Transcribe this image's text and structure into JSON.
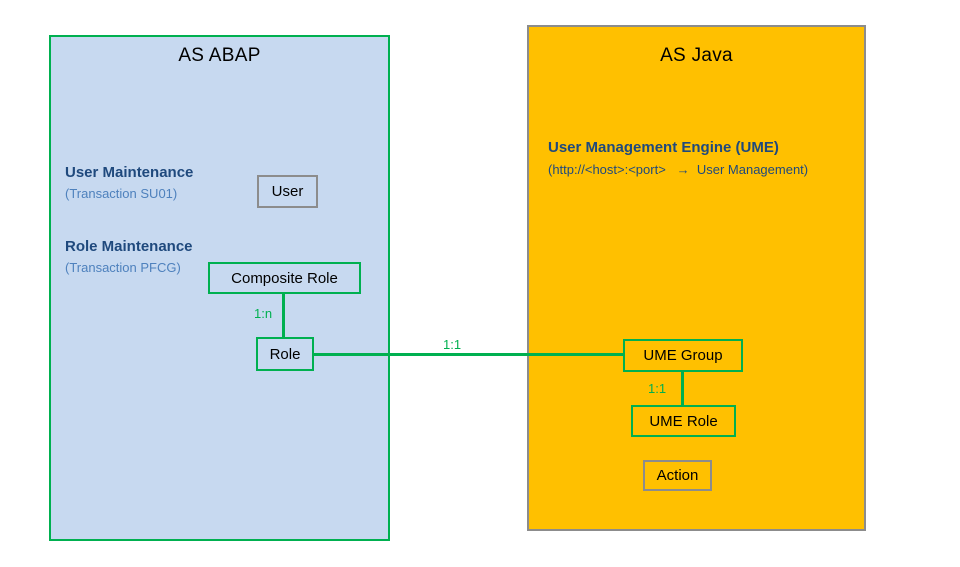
{
  "abap": {
    "title": "AS ABAP",
    "user_maintenance": {
      "heading": "User Maintenance",
      "sub": "(Transaction SU01)"
    },
    "role_maintenance": {
      "heading": "Role Maintenance",
      "sub": "(Transaction PFCG)"
    },
    "nodes": {
      "user": "User",
      "composite_role": "Composite Role",
      "role": "Role"
    }
  },
  "java": {
    "title": "AS Java",
    "ume": {
      "heading": "User Management Engine (UME)",
      "sub": "(http://<host>:<port>   →  User Management)"
    },
    "nodes": {
      "ume_group": "UME Group",
      "ume_role": "UME Role",
      "action": "Action"
    }
  },
  "connectors": {
    "composite_role_to_role_label": "1:n",
    "role_to_ume_group_label": "1:1",
    "ume_group_to_ume_role_label": "1:1"
  },
  "colors": {
    "abap_panel_fill": "#C7D9F0",
    "java_panel_fill": "#FFC000",
    "connector_green": "#00B050",
    "neutral_border_gray": "#8C8C8C",
    "heading_blue": "#1F497D",
    "sub_blue": "#4E81BD"
  }
}
